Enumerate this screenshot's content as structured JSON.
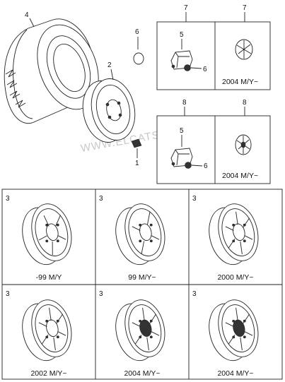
{
  "watermark": "WWW.ELCATS.RU",
  "callouts": {
    "tire": "4",
    "wheel_top": "2",
    "valve_ring": "6",
    "valve_cap": "1",
    "cover_box_a": "7",
    "cover_box_a_right": "7",
    "cover_box_a_cap": "5",
    "cover_box_a_nut": "6",
    "cover_box_b": "8",
    "cover_box_b_right": "8",
    "cover_box_b_cap": "5",
    "cover_box_b_nut": "6"
  },
  "cover_boxes": [
    {
      "caption": "2004 M/Y~"
    },
    {
      "caption": "2004 M/Y~"
    }
  ],
  "wheel_grid": [
    {
      "number": "3",
      "caption": "-99 M/Y"
    },
    {
      "number": "3",
      "caption": "99 M/Y~"
    },
    {
      "number": "3",
      "caption": "2000 M/Y~"
    },
    {
      "number": "3",
      "caption": "2002 M/Y~"
    },
    {
      "number": "3",
      "caption": "2004 M/Y~"
    },
    {
      "number": "3",
      "caption": "2004 M/Y~"
    }
  ]
}
